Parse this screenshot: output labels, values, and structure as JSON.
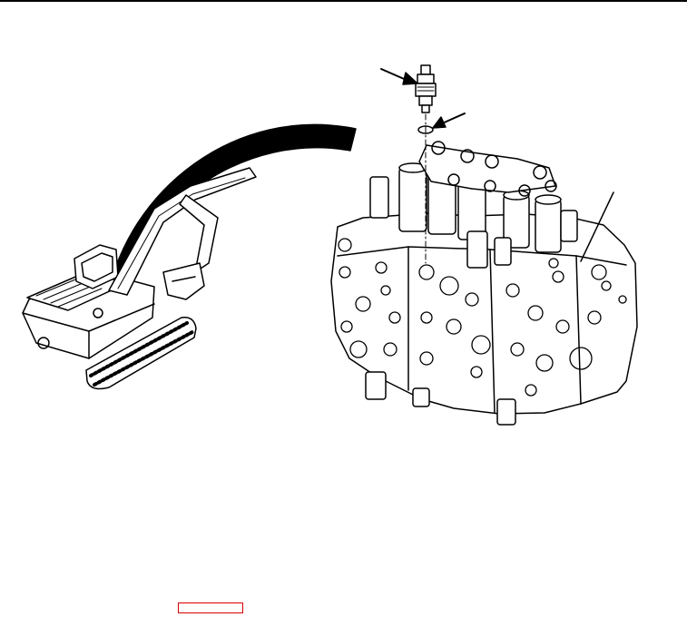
{
  "colors": {
    "line": "#000000",
    "background": "#ffffff",
    "reference_box": "#d40000"
  },
  "figure": {
    "excavator": "excavator-illustration",
    "control_valve": "control-valve-assembly",
    "arrow": "locator-arrow",
    "relief_valve": "relief-valve",
    "o_ring": "o-ring"
  }
}
